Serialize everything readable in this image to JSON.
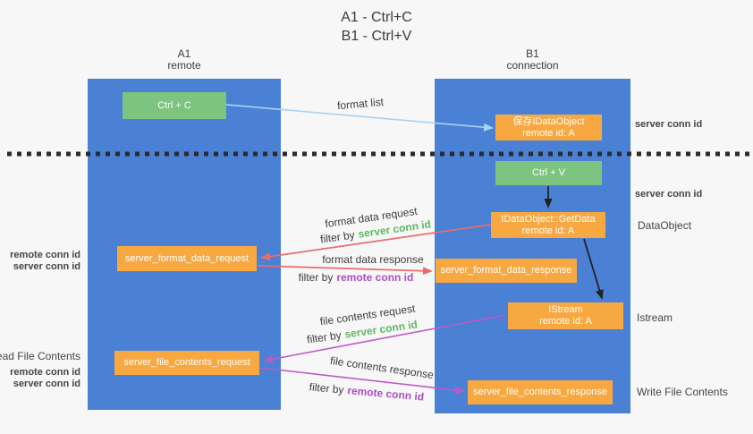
{
  "title": {
    "line1": "A1 - Ctrl+C",
    "line2": "B1 - Ctrl+V"
  },
  "columns": {
    "a1": {
      "name": "A1",
      "role": "remote"
    },
    "b1": {
      "name": "B1",
      "role": "connection"
    }
  },
  "boxes": {
    "ctrl_c": {
      "label": "Ctrl + C"
    },
    "ctrl_v": {
      "label": "Ctrl + V"
    },
    "save_dataobject": {
      "line1": "保存IDataObject",
      "line2": "remote id: A"
    },
    "getdata": {
      "line1": "IDataObject::GetData",
      "line2": "remote id: A"
    },
    "istream": {
      "line1": "IStream",
      "line2": "remote id: A"
    },
    "format_request": {
      "label": "server_format_data_request"
    },
    "format_response": {
      "label": "server_format_data_response"
    },
    "file_request": {
      "label": "server_file_contents_request"
    },
    "file_response": {
      "label": "server_file_contents_response"
    }
  },
  "flow_labels": {
    "format_list": "format list",
    "format_data_request": "format data request",
    "format_data_response": "format data response",
    "file_contents_request": "file contents request",
    "file_contents_response": "file contents response",
    "filter_by": "filter by",
    "server_conn_id": "server conn id",
    "remote_conn_id": "remote conn id"
  },
  "side_labels": {
    "right": {
      "server_conn_id_top": "server conn id",
      "server_conn_id_mid": "server conn id",
      "dataobject": "DataObject",
      "istream": "Istream",
      "write_file_contents": "Write File Contents"
    },
    "left": {
      "remote_conn_id_top": "remote conn id",
      "server_conn_id_top": "server conn id",
      "read_file_contents": "Read File Contents",
      "remote_conn_id_bottom": "remote conn id",
      "server_conn_id_bottom": "server conn id"
    }
  },
  "colors": {
    "column_blue": "#4a81d5",
    "box_green": "#7cc47f",
    "box_orange": "#f7a841",
    "text_green": "#5cb860",
    "text_purple": "#ab4fc0",
    "arrow_red": "#e96d6d",
    "arrow_magenta": "#bd5bc5",
    "arrow_light_blue": "#a9d2ef",
    "arrow_black": "#222222",
    "background": "#f7f7f8"
  }
}
